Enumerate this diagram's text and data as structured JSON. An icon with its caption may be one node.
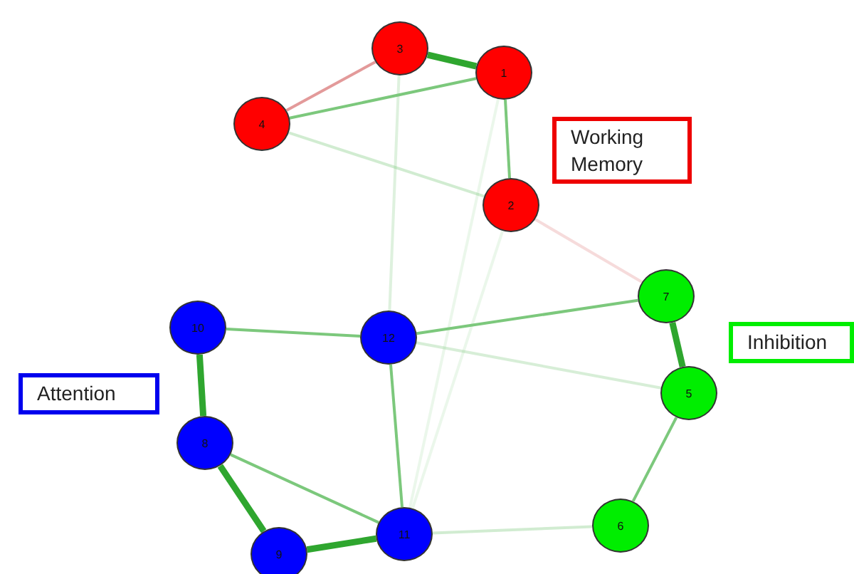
{
  "diagram": {
    "nodes": [
      {
        "text": [
          "3"
        ]
      },
      {
        "text": [
          "1"
        ]
      },
      {
        "text": [
          "4"
        ]
      },
      {
        "text": [
          "Working Memory"
        ]
      },
      {
        "text": [
          "2"
        ]
      },
      {
        "text": [
          "7"
        ]
      },
      {
        "text": [
          "10"
        ]
      },
      {
        "text": [
          "12"
        ]
      },
      {
        "text": [
          "Inhibition"
        ]
      },
      {
        "text": [
          "5"
        ]
      },
      {
        "text": [
          "Attention"
        ]
      },
      {
        "text": [
          "8"
        ]
      },
      {
        "text": [
          "6"
        ]
      },
      {
        "text": [
          "11"
        ]
      },
      {
        "text": [
          "9"
        ]
      }
    ],
    "edges": [
      {
        "from": 0,
        "to": 1,
        "arrow": "none",
        "style": "thick"
      },
      {
        "from": 0,
        "to": 2,
        "arrow": "none",
        "color": "#e39a9a"
      },
      {
        "from": 2,
        "to": 1,
        "arrow": "none"
      },
      {
        "from": 1,
        "to": 4,
        "arrow": "none"
      },
      {
        "from": 2,
        "to": 4,
        "arrow": "none"
      },
      {
        "from": 4,
        "to": 5,
        "arrow": "none",
        "color": "#eeb8b8"
      },
      {
        "from": 0,
        "to": 7,
        "arrow": "none"
      },
      {
        "from": 1,
        "to": 13,
        "arrow": "none"
      },
      {
        "from": 4,
        "to": 13,
        "arrow": "none"
      },
      {
        "from": 6,
        "to": 7,
        "arrow": "none"
      },
      {
        "from": 7,
        "to": 5,
        "arrow": "none"
      },
      {
        "from": 7,
        "to": 9,
        "arrow": "none"
      },
      {
        "from": 7,
        "to": 13,
        "arrow": "none"
      },
      {
        "from": 5,
        "to": 9,
        "arrow": "none",
        "style": "thick"
      },
      {
        "from": 6,
        "to": 11,
        "arrow": "none",
        "style": "thick"
      },
      {
        "from": 11,
        "to": 14,
        "arrow": "none",
        "style": "thick"
      },
      {
        "from": 11,
        "to": 13,
        "arrow": "none"
      },
      {
        "from": 14,
        "to": 13,
        "arrow": "none",
        "style": "thick"
      },
      {
        "from": 13,
        "to": 12,
        "arrow": "none"
      },
      {
        "from": 12,
        "to": 9,
        "arrow": "none"
      }
    ]
  }
}
